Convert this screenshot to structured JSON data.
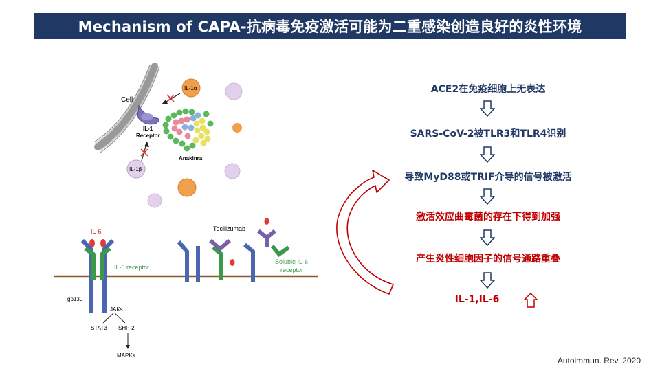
{
  "title": "Mechanism of CAPA-抗病毒免疫激活可能为二重感染创造良好的炎性环境",
  "upper_figure": {
    "cell_label": "Cell",
    "il1a_label": "IL-1α",
    "receptor_label_line1": "IL-1",
    "receptor_label_line2": "Receptor",
    "il1b_label": "IL-1β",
    "drug_label": "Anakinra"
  },
  "lower_figure": {
    "il6_label": "IL-6",
    "il6_receptor_label": "IL-6 receptor",
    "gp130_label": "gp130",
    "jaks_label": "JAKs",
    "stat3_label": "STAT3",
    "shp2_label": "SHP-2",
    "mapks_label": "MAPKs",
    "drug_label": "Tocilizumab",
    "soluble_label_line1": "Soluble IL-6",
    "soluble_label_line2": "receptor"
  },
  "flow": {
    "steps": [
      {
        "text": "ACE2在免疫细胞上无表达",
        "color": "navy"
      },
      {
        "text": "SARS-CoV-2被TLR3和TLR4识别",
        "color": "navy"
      },
      {
        "text": "导致MyD88或TRIF介导的信号被激活",
        "color": "navy"
      },
      {
        "text": "激活效应曲霉菌的存在下得到加强",
        "color": "red"
      },
      {
        "text": "产生炎性细胞因子的信号通路重叠",
        "color": "red"
      }
    ],
    "result": "IL-1,IL-6"
  },
  "colors": {
    "title_bg": "#1f3864",
    "navy_text": "#1f3864",
    "red_text": "#c00000",
    "receptor_blue": "#4a66b0",
    "receptor_green": "#3a9a4a",
    "membrane_brown": "#8b5a2b"
  },
  "citation": "Autoimmun. Rev. 2020"
}
